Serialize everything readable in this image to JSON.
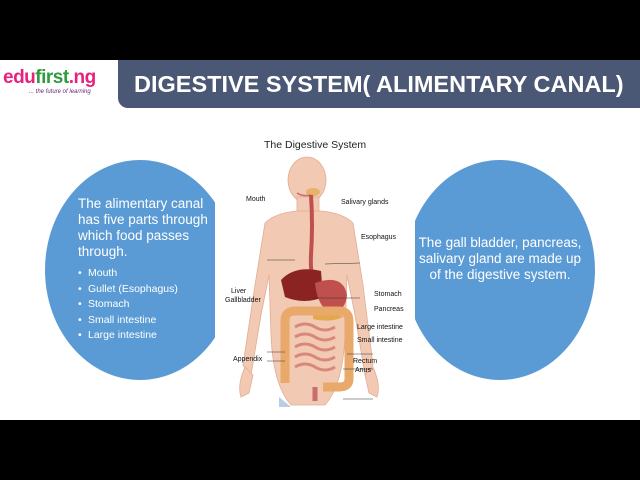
{
  "logo": {
    "brand_part1": "edu",
    "brand_part2": "first",
    "brand_part3": ".ng",
    "tagline": "... the future of learning"
  },
  "slide_title": "DIGESTIVE SYSTEM( ALIMENTARY CANAL)",
  "left_circle": {
    "paragraph": "The alimentary canal has five parts through which food passes through.",
    "bullets": [
      "Mouth",
      "Gullet (Esophagus)",
      "Stomach",
      "Small intestine",
      "Large intestine"
    ]
  },
  "right_circle": {
    "paragraph": "The gall bladder, pancreas, salivary gland are made up of the digestive system."
  },
  "diagram": {
    "title": "The Digestive System",
    "labels": {
      "mouth": "Mouth",
      "salivary": "Salivary glands",
      "esophagus": "Esophagus",
      "liver": "Liver",
      "gallbladder": "Gallbladder",
      "stomach": "Stomach",
      "pancreas": "Pancreas",
      "large_intestine": "Large intestine",
      "small_intestine": "Small intestine",
      "appendix": "Appendix",
      "rectum": "Rectum",
      "anus": "Anus"
    }
  },
  "colors": {
    "title_bar": "#4b5875",
    "circle": "#5b9bd5",
    "logo_pink": "#e9217e",
    "logo_green": "#2e9c3e"
  }
}
